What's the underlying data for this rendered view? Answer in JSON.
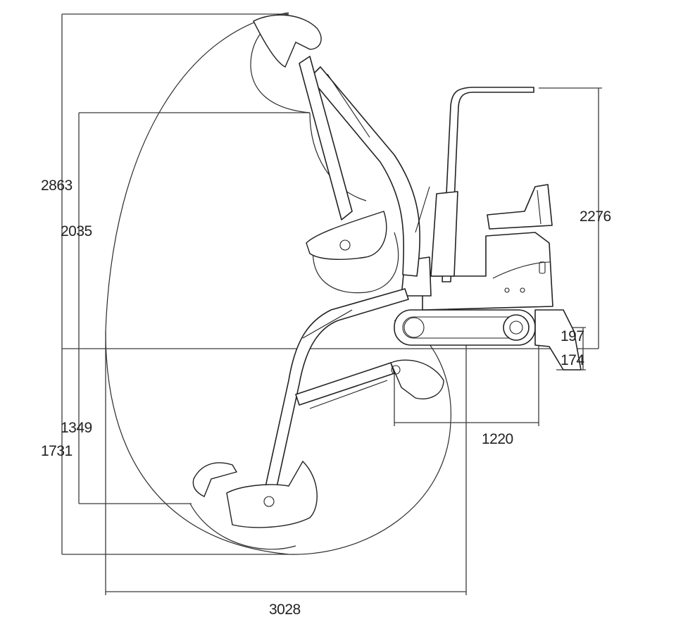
{
  "dimensions": {
    "max_digging_height": "2863",
    "max_dumping_height": "2035",
    "transport_height": "2276",
    "blade_lift_height": "197",
    "blade_dig_depth": "174",
    "max_vertical_wall_dig_depth": "1349",
    "max_digging_depth": "1731",
    "min_swing_radius": "1220",
    "max_digging_reach": "3028"
  }
}
